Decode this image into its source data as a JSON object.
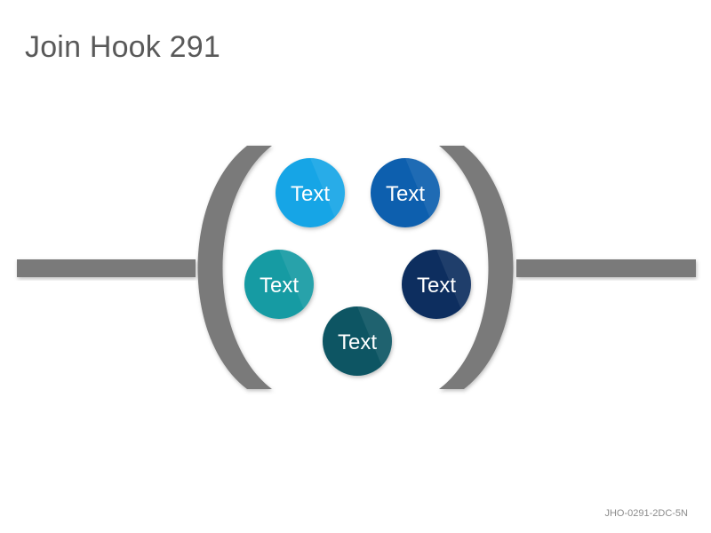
{
  "title": "Join Hook 291",
  "footer_code": "JHO-0291-2DC-5N",
  "colors": {
    "connector": "#7a7a7a",
    "node_1": "#12a5e6",
    "node_2": "#0b5eae",
    "node_3": "#139ba3",
    "node_4": "#0a2f5e",
    "node_5": "#0a5563"
  },
  "nodes": [
    {
      "label": "Text",
      "color": "#12a5e6"
    },
    {
      "label": "Text",
      "color": "#0b5eae"
    },
    {
      "label": "Text",
      "color": "#139ba3"
    },
    {
      "label": "Text",
      "color": "#0a2f5e"
    },
    {
      "label": "Text",
      "color": "#0a5563"
    }
  ]
}
